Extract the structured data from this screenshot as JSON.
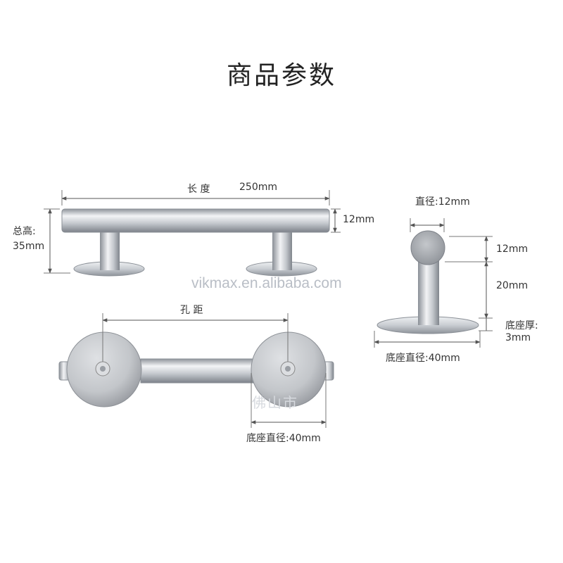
{
  "title": "商品参数",
  "side_view": {
    "length_label": "长 度",
    "length_value": "250mm",
    "height_label": "总高:",
    "height_value": "35mm",
    "bar_diameter": "12mm"
  },
  "top_view": {
    "hole_spacing_label": "孔 距",
    "base_diameter": "底座直径:40mm"
  },
  "end_view": {
    "diameter": "直径:12mm",
    "bar_height": "12mm",
    "post_height": "20mm",
    "base_thickness_label": "底座厚:",
    "base_thickness_value": "3mm",
    "base_diameter": "底座直径:40mm"
  },
  "watermark": "vikmax.en.alibaba.com",
  "stamp_text": "佛山市"
}
